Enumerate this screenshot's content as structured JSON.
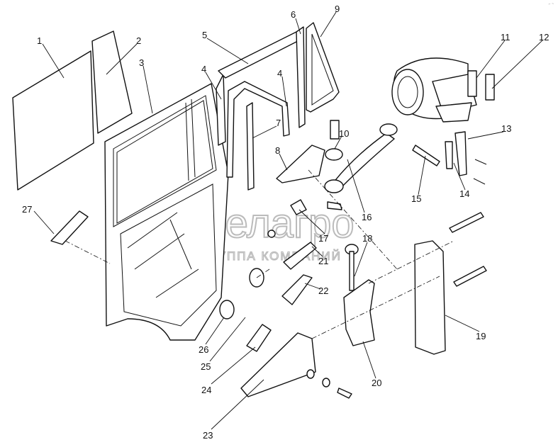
{
  "diagram": {
    "callouts": [
      "1",
      "2",
      "3",
      "4",
      "5",
      "6",
      "7",
      "8",
      "9",
      "10",
      "11",
      "12",
      "13",
      "14",
      "15",
      "16",
      "17",
      "18",
      "19",
      "20",
      "21",
      "22",
      "23",
      "24",
      "25",
      "26",
      "27"
    ],
    "watermark": {
      "brand": "белагро",
      "subtitle": "ГРУППА КОМПАНИЙ"
    },
    "corner_mark": "⌐ ~"
  }
}
